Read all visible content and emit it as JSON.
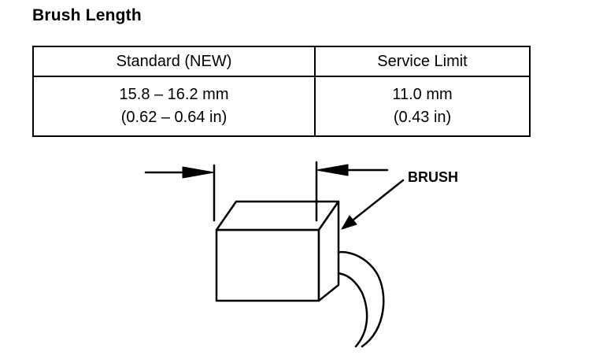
{
  "document": {
    "heading": "Brush Length"
  },
  "spec_table": {
    "headers": [
      "Standard (NEW)",
      "Service Limit"
    ],
    "rows": [
      {
        "standard": [
          "15.8 – 16.2 mm",
          "(0.62 – 0.64 in)"
        ],
        "service_limit": [
          "11.0 mm",
          "(0.43 in)"
        ]
      }
    ]
  },
  "diagram": {
    "callout_label": "BRUSH"
  }
}
